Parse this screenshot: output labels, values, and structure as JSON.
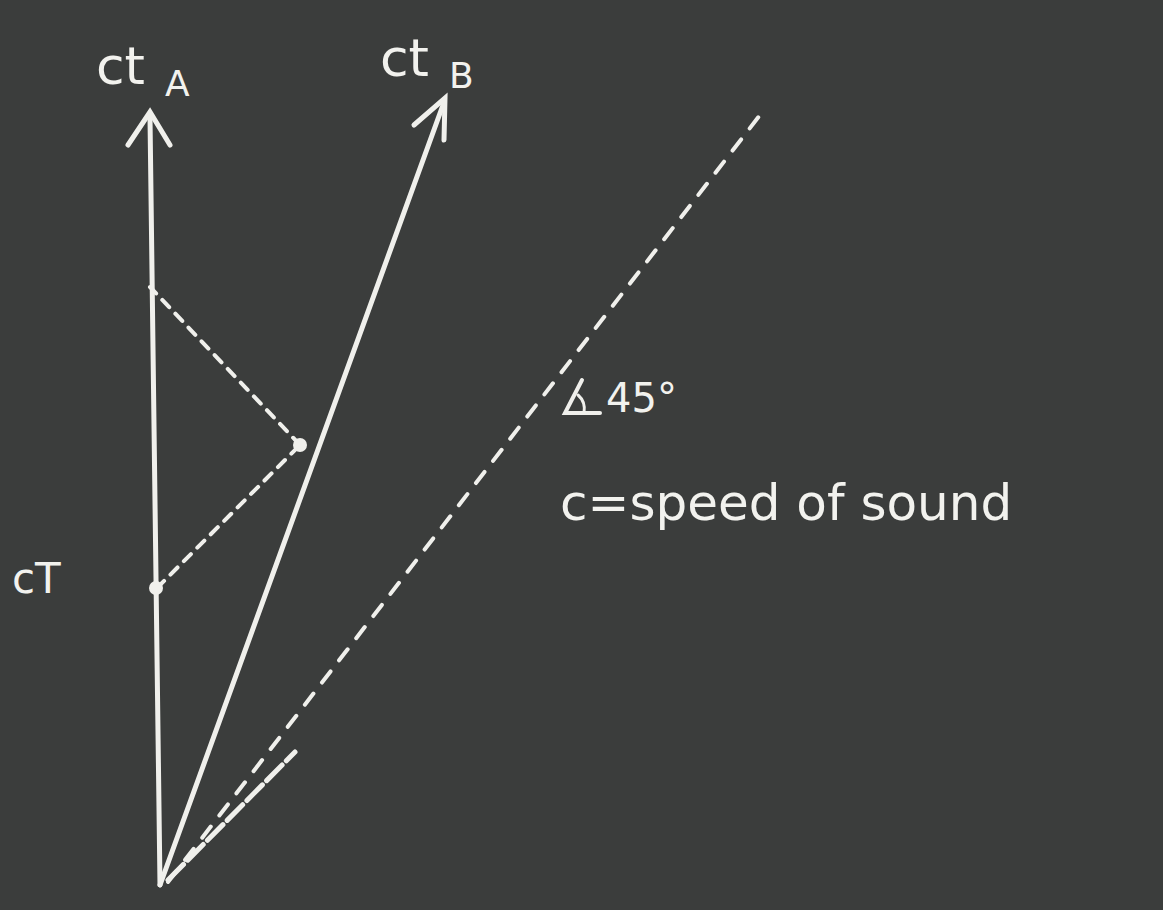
{
  "diagram": {
    "labels": [
      "ct",
      "A",
      "ct",
      "B",
      "cT",
      "45°",
      "c=speed of sound"
    ]
  }
}
